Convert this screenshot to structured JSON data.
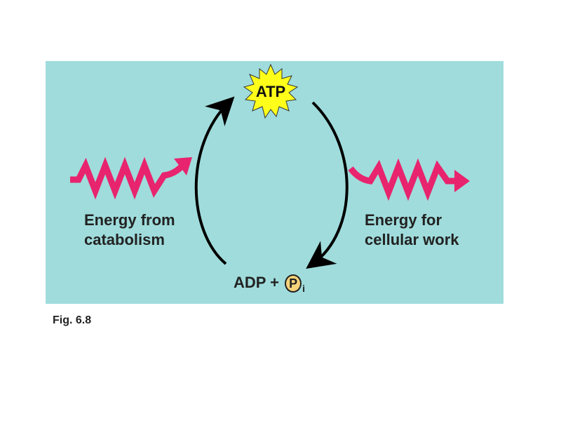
{
  "diagram": {
    "atp_label": "ATP",
    "adp_label": "ADP +",
    "phosphate_symbol": "P",
    "phosphate_subscript": "i",
    "energy_in_line1": "Energy from",
    "energy_in_line2": "catabolism",
    "energy_out_line1": "Energy for",
    "energy_out_line2": "cellular work",
    "caption": "Fig. 6.8",
    "colors": {
      "background": "#a0dcdc",
      "zigzag": "#e8246e",
      "atp_burst": "#ffff1a",
      "arrows": "#000000"
    }
  }
}
